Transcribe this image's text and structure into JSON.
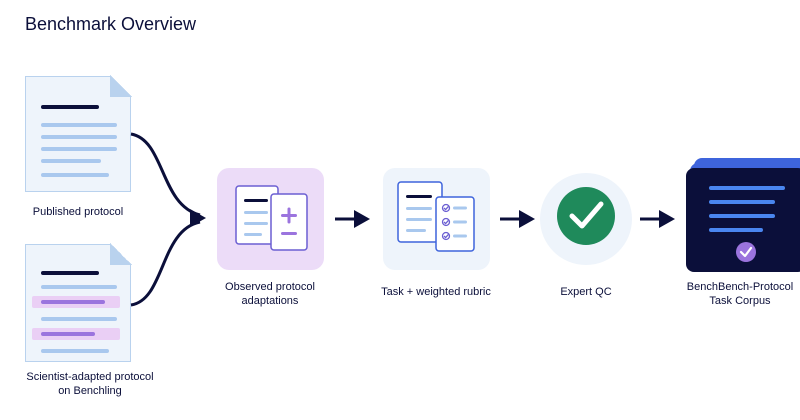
{
  "title": "Benchmark Overview",
  "nodes": {
    "published": {
      "label": "Published protocol"
    },
    "adapted": {
      "label_line1": "Scientist-adapted protocol",
      "label_line2": "on Benchling"
    },
    "observed": {
      "label_line1": "Observed protocol",
      "label_line2": "adaptations"
    },
    "task": {
      "label": "Task + weighted rubric"
    },
    "qc": {
      "label": "Expert QC"
    },
    "corpus": {
      "label_line1": "BenchBench-Protocol",
      "label_line2": "Task Corpus"
    }
  },
  "colors": {
    "navy": "#0b0f3a",
    "doc_fill": "#eef4fb",
    "doc_border": "#b9d2ee",
    "doc_line": "#a9c8ee",
    "highlight_fill": "#eacff5",
    "highlight_line": "#9b74de",
    "observed_box": "#ecdcf8",
    "task_box": "#eef4fb",
    "qc_circle_bg": "#eef4fb",
    "qc_green": "#1f8a5b",
    "corpus_navy": "#0b0f3a",
    "corpus_stack": "#3e64dc",
    "corpus_line": "#4a86f0",
    "corpus_check": "#9b74de"
  },
  "icons": [
    "document-icon",
    "plus-icon",
    "checklist-icon",
    "check-icon",
    "arrow-icon"
  ]
}
